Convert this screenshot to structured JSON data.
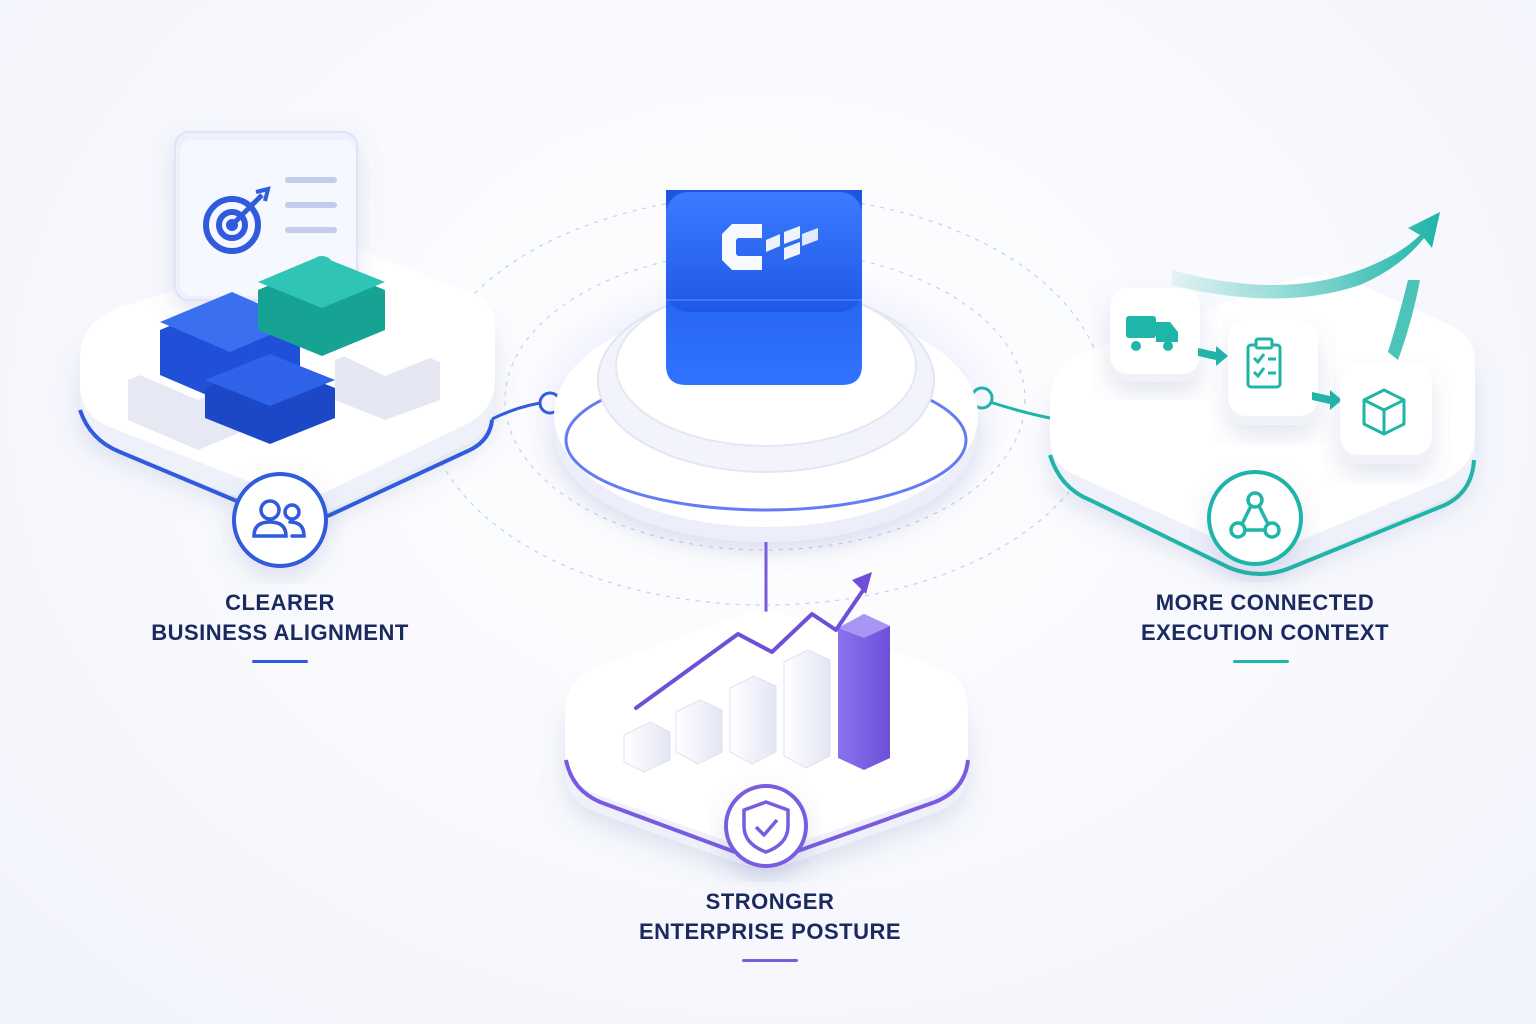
{
  "pillars": [
    {
      "id": "left",
      "title_line1": "CLEARER",
      "title_line2": "BUSINESS ALIGNMENT",
      "icon": "users-icon",
      "accent": "#2f5bdc"
    },
    {
      "id": "right",
      "title_line1": "MORE CONNECTED",
      "title_line2": "EXECUTION CONTEXT",
      "icon": "network-icon",
      "accent": "#1fb5a8"
    },
    {
      "id": "bottom",
      "title_line1": "STRONGER",
      "title_line2": "ENTERPRISE POSTURE",
      "icon": "shield-check-icon",
      "accent": "#7a5be0"
    }
  ],
  "hub": {
    "icon": "platform-logo-icon",
    "color": "#1e54e0"
  }
}
